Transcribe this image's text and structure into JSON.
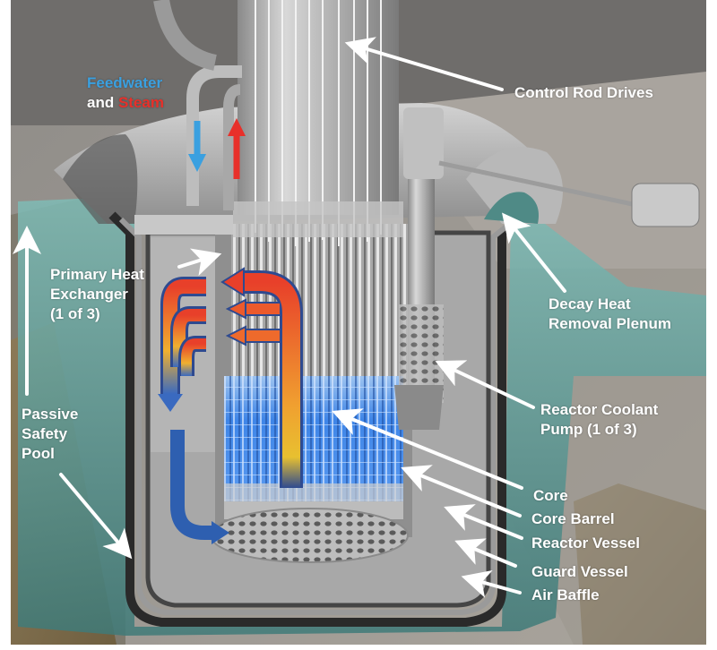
{
  "diagram": {
    "subject": "Reactor module cutaway",
    "colors": {
      "feedwater": "#3aa0e0",
      "steam": "#e8302a",
      "label_text": "#ffffff",
      "pool_water": "#5f9e9a",
      "steel": "#b8b8b8",
      "core_glow": "#3f86e8",
      "cold_flow": "#2e5fb0",
      "hot_flow_top": "#e8402a",
      "hot_flow_bottom": "#f0c030"
    },
    "labels": {
      "feedwater": "Feedwater",
      "and": "and ",
      "steam": "Steam",
      "control_rod_drives": "Control Rod Drives",
      "primary_heat_exchanger": [
        "Primary Heat",
        "Exchanger",
        "(1 of 3)"
      ],
      "decay_heat_removal_plenum": [
        "Decay Heat",
        "Removal Plenum"
      ],
      "reactor_coolant_pump": [
        "Reactor Coolant",
        "Pump (1 of 3)"
      ],
      "passive_safety_pool": [
        "Passive",
        "Safety",
        "Pool"
      ],
      "core": "Core",
      "core_barrel": "Core Barrel",
      "reactor_vessel": "Reactor Vessel",
      "guard_vessel": "Guard Vessel",
      "air_baffle": "Air Baffle"
    }
  }
}
